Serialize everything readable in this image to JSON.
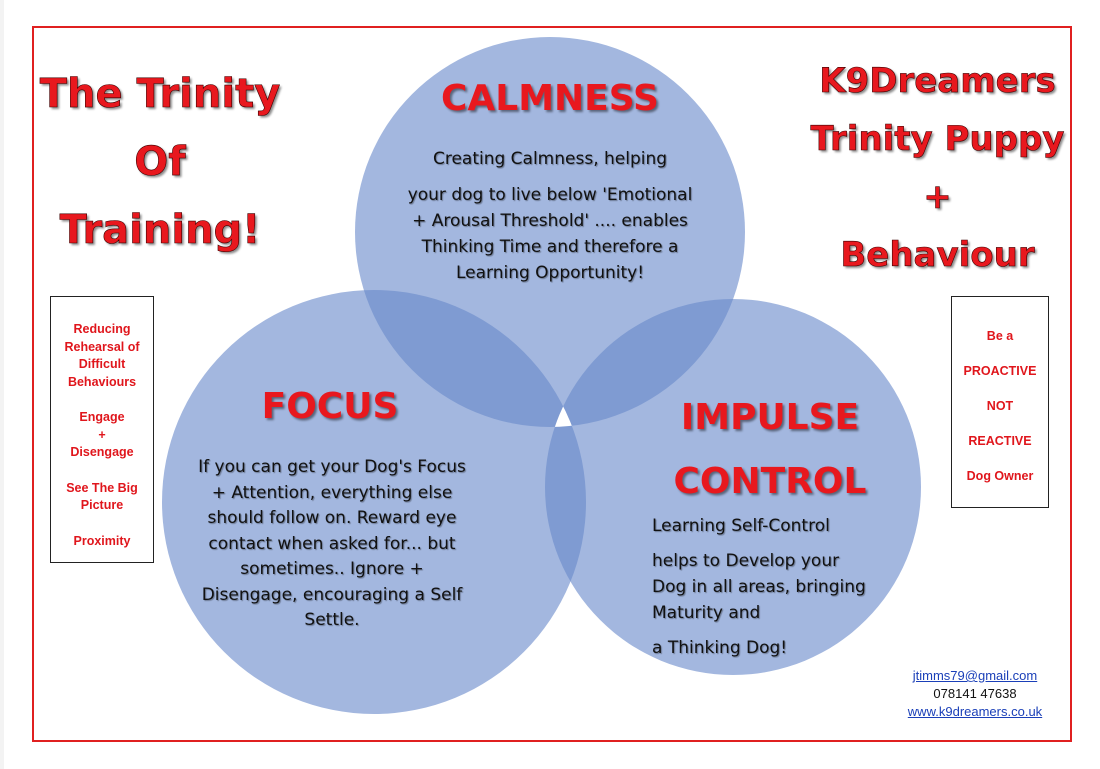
{
  "title_left": "The Trinity\nOf\nTraining!",
  "title_right": "K9Dreamers\nTrinity Puppy\n+\nBehaviour",
  "left_box": {
    "items": [
      "Reducing Rehearsal of Difficult Behaviours",
      "Engage",
      "+",
      "Disengage",
      "See The Big Picture",
      "Proximity"
    ]
  },
  "right_box": {
    "items": [
      "Be a",
      "PROACTIVE",
      "NOT",
      "REACTIVE",
      "Dog Owner"
    ]
  },
  "circles": {
    "calmness": {
      "heading": "CALMNESS",
      "line1": "Creating Calmness, helping",
      "text": "your dog to live below 'Emotional + Arousal Threshold' .... enables Thinking Time and therefore a Learning Opportunity!"
    },
    "focus": {
      "heading": "FOCUS",
      "text": "If you can get your Dog's Focus + Attention, everything else should follow on. Reward eye contact when asked for... but sometimes.. Ignore + Disengage, encouraging a Self Settle."
    },
    "impulse": {
      "heading": "IMPULSE\nCONTROL",
      "line1": "Learning Self-Control",
      "line2": "helps to Develop your Dog in all areas, bringing Maturity and",
      "line3": "a Thinking Dog!"
    }
  },
  "contact": {
    "email": "jtimms79@gmail.com",
    "phone": "078141 47638",
    "website": "www.k9dreamers.co.uk"
  },
  "colors": {
    "circle_fill": "#a3b7df",
    "overlap_fill": "#7f9bd2",
    "accent_red": "#e8181e"
  }
}
